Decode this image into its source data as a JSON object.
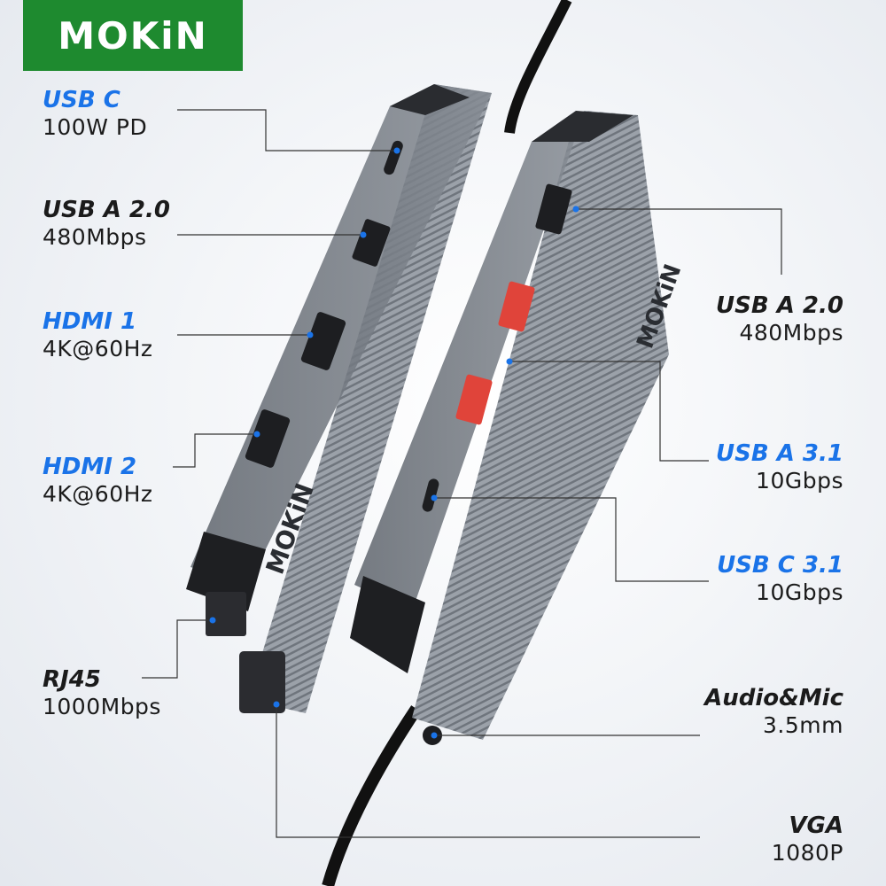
{
  "brand": {
    "logo_text": "MOKiN",
    "logo_bg": "#1e8a2f"
  },
  "colors": {
    "blue": "#1a73e8",
    "dark": "#1b1b1b",
    "red_port": "#e0443a"
  },
  "device_labels": {
    "left_engraving": "MOKiN",
    "right_engraving": "MOKiN"
  },
  "left_labels": [
    {
      "title": "USB C",
      "sub": "100W PD",
      "title_color": "blue"
    },
    {
      "title": "USB A 2.0",
      "sub": "480Mbps",
      "title_color": "dark"
    },
    {
      "title": "HDMI 1",
      "sub": "4K@60Hz",
      "title_color": "blue"
    },
    {
      "title": "HDMI 2",
      "sub": "4K@60Hz",
      "title_color": "blue"
    },
    {
      "title": "RJ45",
      "sub": "1000Mbps",
      "title_color": "dark"
    }
  ],
  "right_labels": [
    {
      "title": "USB A 2.0",
      "sub": "480Mbps",
      "title_color": "dark"
    },
    {
      "title": "USB A 3.1",
      "sub": "10Gbps",
      "title_color": "blue"
    },
    {
      "title": "USB C 3.1",
      "sub": "10Gbps",
      "title_color": "blue"
    },
    {
      "title": "Audio&Mic",
      "sub": "3.5mm",
      "title_color": "dark"
    },
    {
      "title": "VGA",
      "sub": "1080P",
      "title_color": "dark"
    }
  ]
}
